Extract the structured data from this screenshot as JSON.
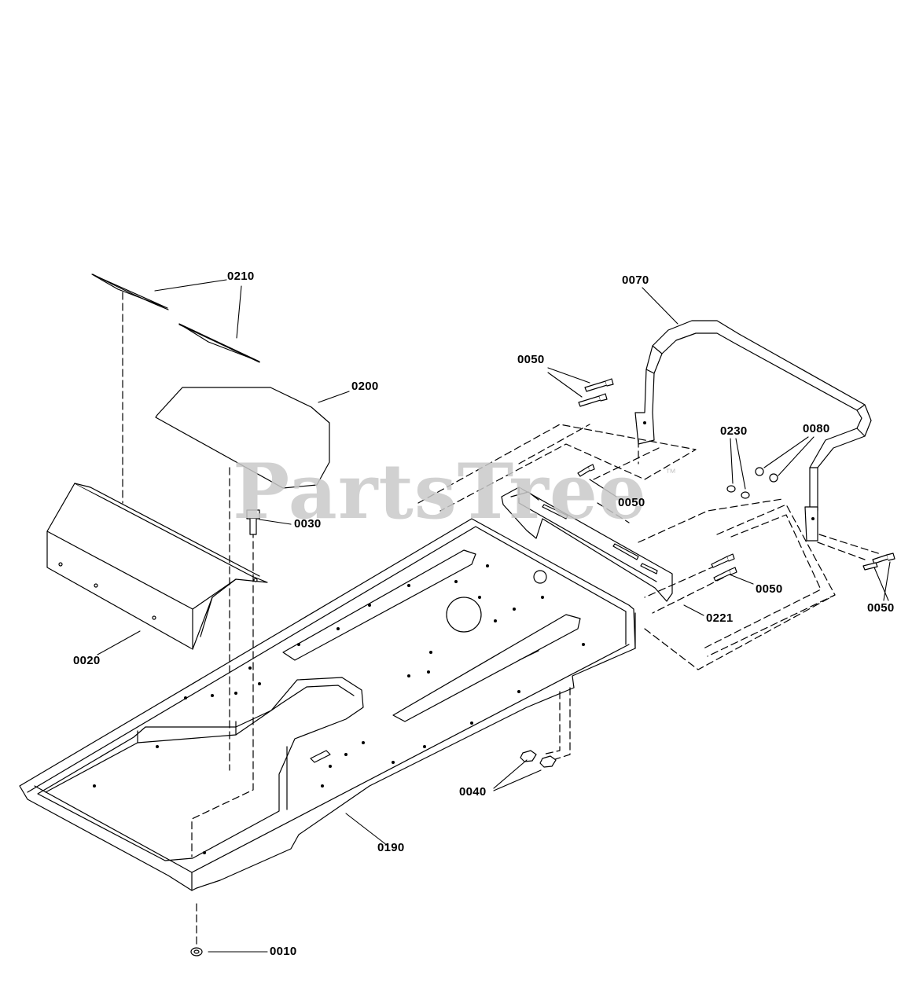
{
  "watermark": {
    "text": "PartsTree",
    "trademark": "™",
    "color": "#c9c9c9"
  },
  "callouts": {
    "c0210": "0210",
    "c0200": "0200",
    "c0030": "0030",
    "c0020": "0020",
    "c0070": "0070",
    "c0050_top": "0050",
    "c0050_mid": "0050",
    "c0050_right": "0050",
    "c0050_far_right": "0050",
    "c0230": "0230",
    "c0080": "0080",
    "c0221": "0221",
    "c0040": "0040",
    "c0190": "0190",
    "c0010": "0010"
  },
  "parts": {
    "decal": "decal-icon",
    "pad": "seat-pad-icon",
    "cover": "frame-cover-icon",
    "bolt": "bolt-icon",
    "handle": "handle-bar-icon",
    "nut": "nut-icon",
    "washer": "washer-icon",
    "bracket": "bracket-icon",
    "platform": "platform-frame-icon"
  }
}
